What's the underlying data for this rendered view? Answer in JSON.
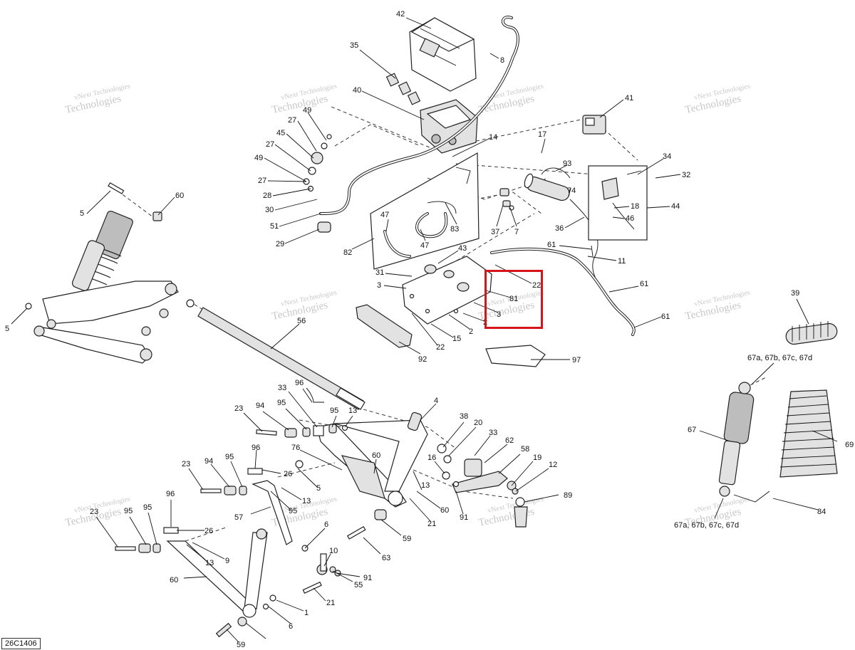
{
  "diagram": {
    "document_code": "26C1406",
    "watermark_line1": "vNext Technologies",
    "watermark_line2": "Technologies",
    "highlight_color": "#d7141a",
    "line_color": "#222222",
    "labels": [
      "42",
      "8",
      "35",
      "40",
      "41",
      "17",
      "14",
      "93",
      "74",
      "34",
      "32",
      "18",
      "44",
      "46",
      "36",
      "49",
      "27",
      "45",
      "27",
      "49",
      "27",
      "28",
      "30",
      "51",
      "29",
      "47",
      "47",
      "83",
      "82",
      "37",
      "7",
      "61",
      "11",
      "61",
      "61",
      "43",
      "31",
      "3",
      "22",
      "81",
      "3",
      "2",
      "2",
      "15",
      "22",
      "92",
      "97",
      "5",
      "60",
      "5",
      "56",
      "39",
      "67a, 67b, 67c, 67d",
      "67",
      "69",
      "84",
      "67a, 67b, 67c, 67d",
      "96",
      "33",
      "4",
      "23",
      "94",
      "95",
      "95",
      "13",
      "38",
      "20",
      "33",
      "62",
      "58",
      "76",
      "60",
      "16",
      "19",
      "12",
      "13",
      "89",
      "96",
      "26",
      "23",
      "94",
      "95",
      "5",
      "57",
      "95",
      "13",
      "60",
      "21",
      "91",
      "59",
      "96",
      "26",
      "23",
      "95",
      "95",
      "13",
      "9",
      "6",
      "63",
      "10",
      "91",
      "55",
      "60",
      "1",
      "21",
      "6",
      "59"
    ]
  }
}
